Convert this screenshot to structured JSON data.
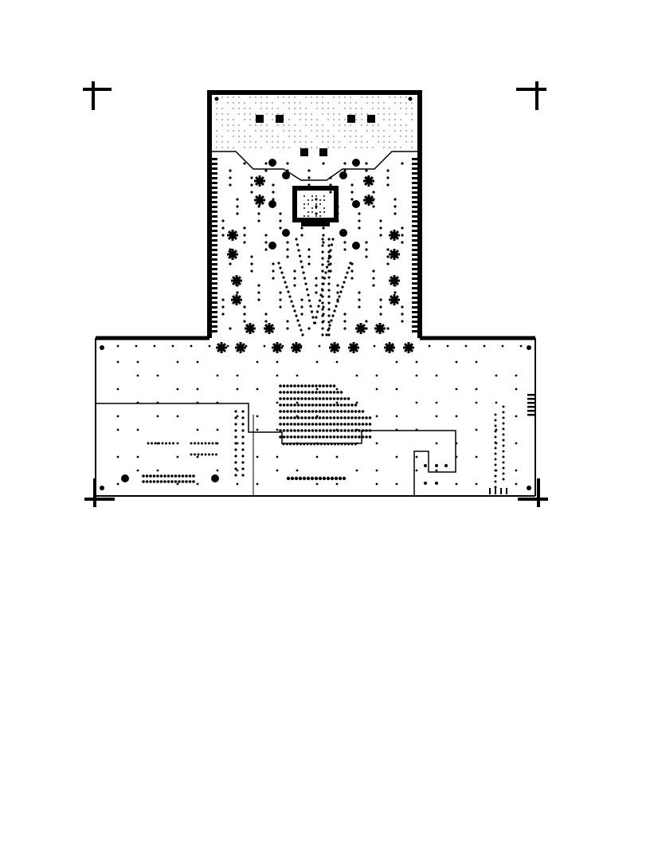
{
  "figure": {
    "kind": "pcb-layer-plot",
    "ink_color": "#000000",
    "background_color": "#ffffff",
    "registration_marks": [
      "top-left",
      "top-right",
      "bottom-left",
      "bottom-right"
    ],
    "text_labels": []
  }
}
